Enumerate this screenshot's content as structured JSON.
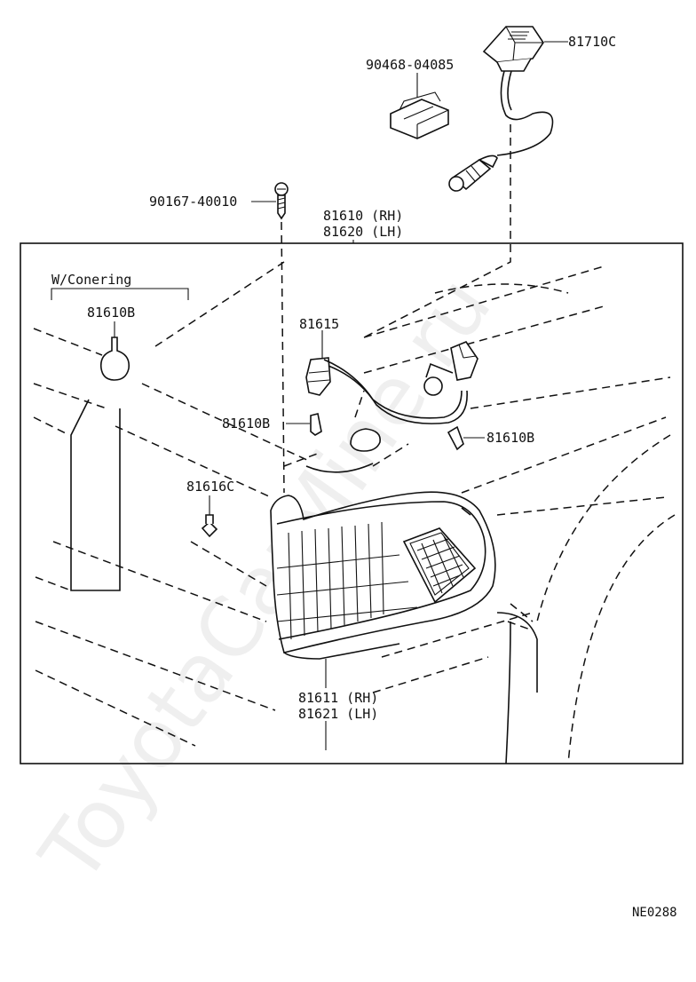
{
  "watermark": "ToyotaCarMine.ru",
  "diagram_code": "NE0288",
  "group_label": "W/Conering",
  "parts": {
    "p81710c": "81710C",
    "p90468": "90468-04085",
    "p90167": "90167-40010",
    "p81610_rh": "81610 (RH)",
    "p81620_lh": "81620 (LH)",
    "p81610b_top": "81610B",
    "p81615": "81615",
    "p81610b_mid": "81610B",
    "p81610b_right": "81610B",
    "p81616c": "81616C",
    "p81611_rh": "81611 (RH)",
    "p81621_lh": "81621 (LH)"
  }
}
